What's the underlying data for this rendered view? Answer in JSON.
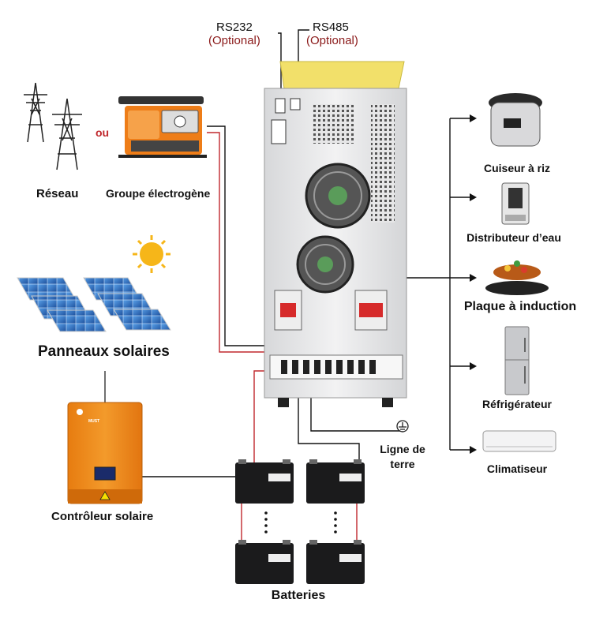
{
  "ports": {
    "rs232": {
      "name": "RS232",
      "note": "(Optional)"
    },
    "rs485": {
      "name": "RS485",
      "note": "(Optional)"
    }
  },
  "inputs": {
    "grid_label": "Réseau",
    "or_label": "ou",
    "generator_label": "Groupe électrogène",
    "solar_panels_label": "Panneaux solaires",
    "solar_controller_label": "Contrôleur solaire",
    "controller_brand": "MUST"
  },
  "outputs": [
    {
      "label": "Cuiseur à riz"
    },
    {
      "label": "Distributeur d’eau"
    },
    {
      "label": "Plaque à induction"
    },
    {
      "label": "Réfrigérateur"
    },
    {
      "label": "Climatiseur"
    }
  ],
  "earth": {
    "line1": "Ligne de",
    "line2": "terre"
  },
  "batteries_label": "Batteries",
  "colors": {
    "wire_black": "#111111",
    "wire_red": "#c0282d",
    "optional_text": "#8b1a1a",
    "controller_orange": "#f08a1c",
    "inverter_body": "#e9e9ea",
    "sun": "#f6b619",
    "panel_blue": "#2a6fc9",
    "generator_orange": "#ee7d18"
  }
}
